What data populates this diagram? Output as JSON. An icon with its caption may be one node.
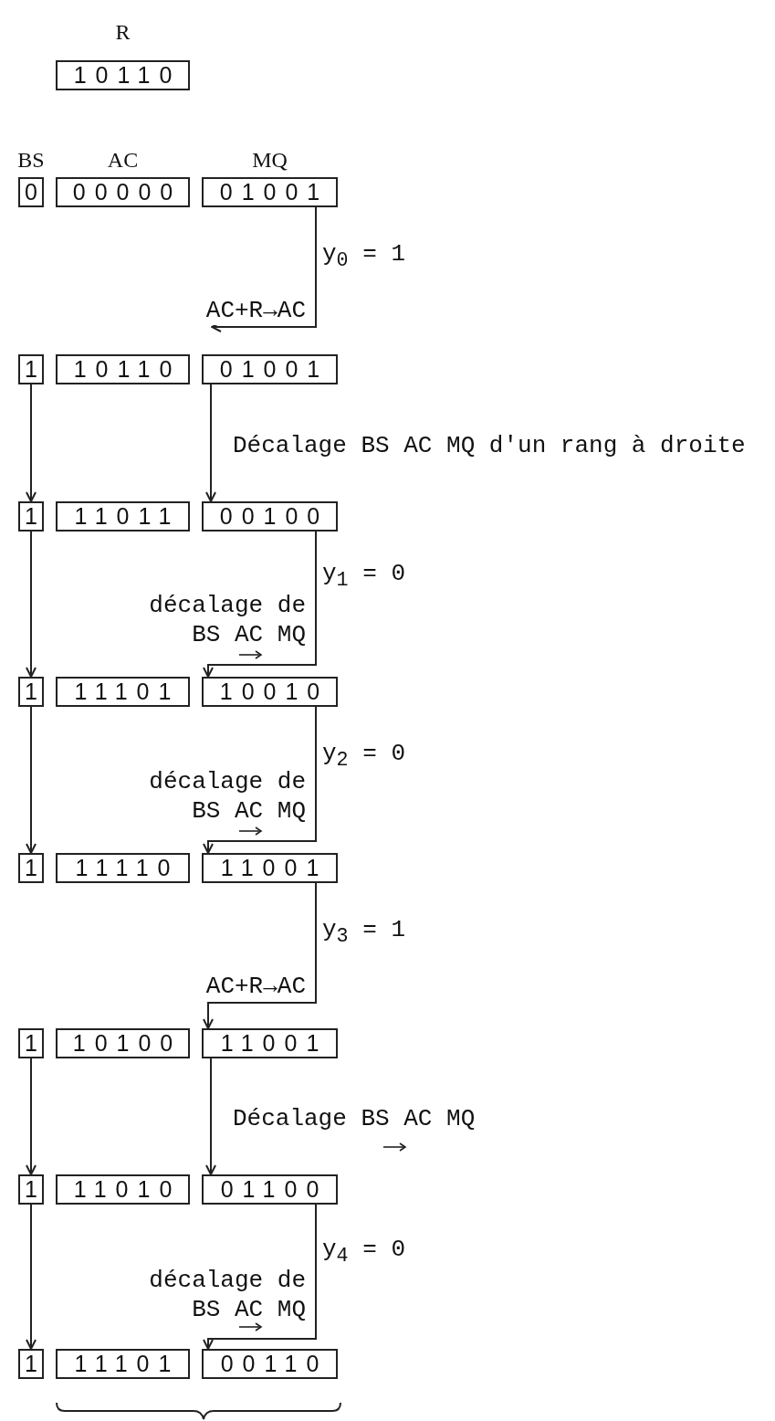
{
  "diagram": {
    "nodes": [
      {
        "text": [
          "R",
          "10110"
        ]
      },
      {
        "text": [
          "BS",
          "0"
        ]
      },
      {
        "text": [
          "AC",
          "00000"
        ]
      },
      {
        "text": [
          "MQ",
          "01001"
        ]
      },
      {
        "text": [
          "1"
        ]
      },
      {
        "text": [
          "10110"
        ]
      },
      {
        "text": [
          "01001"
        ]
      },
      {
        "text": [
          "1"
        ]
      },
      {
        "text": [
          "11011"
        ]
      },
      {
        "text": [
          "00100"
        ]
      },
      {
        "text": [
          "1"
        ]
      },
      {
        "text": [
          "11101"
        ]
      },
      {
        "text": [
          "10010"
        ]
      },
      {
        "text": [
          "1"
        ]
      },
      {
        "text": [
          "11110"
        ]
      },
      {
        "text": [
          "11001"
        ]
      },
      {
        "text": [
          "1"
        ]
      },
      {
        "text": [
          "10100"
        ]
      },
      {
        "text": [
          "11001"
        ]
      },
      {
        "text": [
          "1"
        ]
      },
      {
        "text": [
          "11010"
        ]
      },
      {
        "text": [
          "01100"
        ]
      },
      {
        "text": [
          "1"
        ]
      },
      {
        "text": [
          "11101"
        ]
      },
      {
        "text": [
          "00110"
        ]
      }
    ],
    "edges": [
      {
        "from": 3,
        "to": 6,
        "arrow": "to",
        "label": "y$_{0}$ = 1"
      },
      {
        "from": 6,
        "to": 9,
        "arrow": "to",
        "label": "Décalage BS AC MQ d'un rang à droite"
      },
      {
        "from": 9,
        "to": 12,
        "arrow": "to",
        "label": "y$_{1}$ = 0"
      },
      {
        "from": 12,
        "to": 15,
        "arrow": "to",
        "label": "y$_{2}$ = 0"
      },
      {
        "from": 15,
        "to": 18,
        "arrow": "to",
        "label": "y$_{3}$ = 1"
      },
      {
        "from": 18,
        "to": 21,
        "arrow": "to",
        "label": "Décalage BS AC MQ"
      },
      {
        "from": 21,
        "to": 24,
        "arrow": "to",
        "label": "y$_{4}$ = 0"
      },
      {
        "from": 4,
        "to": 7,
        "arrow": "to"
      },
      {
        "from": 7,
        "to": 10,
        "arrow": "to"
      },
      {
        "from": 10,
        "to": 13,
        "arrow": "to"
      },
      {
        "from": 16,
        "to": 19,
        "arrow": "to"
      },
      {
        "from": 19,
        "to": 22,
        "arrow": "to"
      }
    ],
    "labels": [
      "AC+R→AC",
      "décalage de BS AC MQ",
      "décalage de BS AC MQ",
      "AC+R→AC",
      "décalage de BS AC MQ"
    ]
  }
}
